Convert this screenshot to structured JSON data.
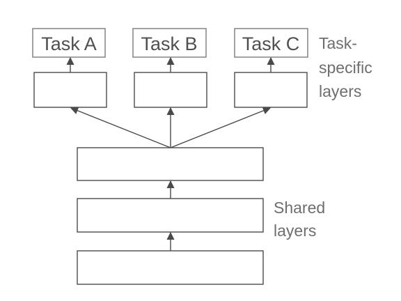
{
  "tasks": [
    {
      "label": "Task A"
    },
    {
      "label": "Task B"
    },
    {
      "label": "Task C"
    }
  ],
  "task_specific_label": {
    "line1": "Task-",
    "line2": "specific",
    "line3": "layers"
  },
  "shared_label": {
    "line1": "Shared",
    "line2": "layers"
  },
  "colors": {
    "box_stroke": "#4a4a4a",
    "task_box_stroke": "#8a8a8a",
    "task_text": "#505050",
    "side_text": "#6e6e6e"
  }
}
